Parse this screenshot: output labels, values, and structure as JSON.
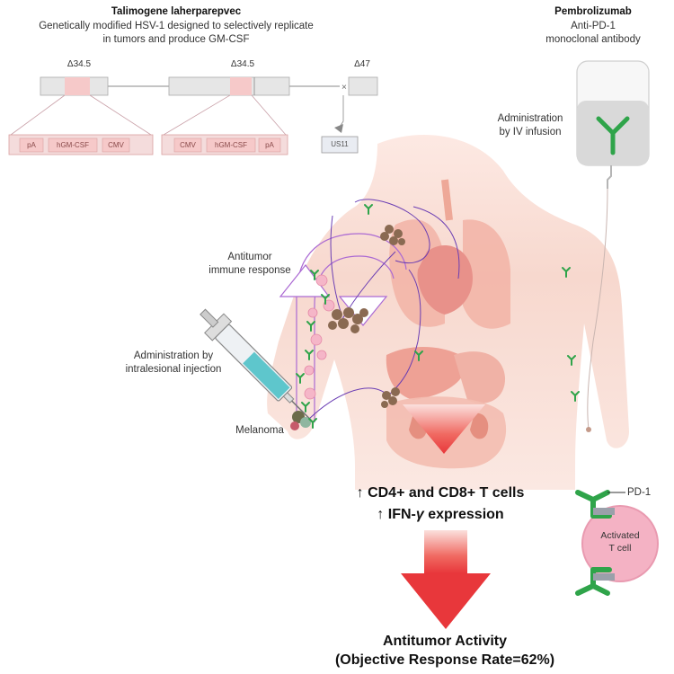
{
  "tvec": {
    "title": "Talimogene laherparepvec",
    "desc_line1": "Genetically modified HSV-1 designed to selectively replicate",
    "desc_line2": "in tumors and produce GM-CSF",
    "marker_left": "Δ34.5",
    "marker_mid": "Δ34.5",
    "marker_right": "Δ47",
    "genes_left": [
      "pA",
      "hGM-CSF",
      "CMV"
    ],
    "genes_right": [
      "CMV",
      "hGM-CSF",
      "pA"
    ],
    "us11": "US11"
  },
  "pembro": {
    "title": "Pembrolizumab",
    "line2": "Anti-PD-1",
    "line3": "monoclonal antibody",
    "admin_line1": "Administration",
    "admin_line2": "by IV infusion"
  },
  "labels": {
    "immune_line1": "Antitumor",
    "immune_line2": "immune response",
    "inj_line1": "Administration by",
    "inj_line2": "intralesional injection",
    "melanoma": "Melanoma",
    "pd1": "PD-1",
    "tcell_line1": "Activated",
    "tcell_line2": "T cell"
  },
  "outcomes": {
    "line1": "↑ CD4+ and CD8+ T cells",
    "line2_prefix": "↑ IFN-",
    "line2_gamma": "γ",
    "line2_suffix": " expression",
    "final_line1": "Antitumor Activity",
    "final_line2": "(Objective Response Rate=62%)"
  },
  "colors": {
    "body": "#f6d6cc",
    "organ": "#f0a99a",
    "organ_dark": "#e58f80",
    "gene_box": "#f6c9c9",
    "genome_box": "#e6e6e6",
    "antibody": "#2fa44a",
    "arrow_red": "#e8373b",
    "tumor_cell": "#8a6a52"
  }
}
